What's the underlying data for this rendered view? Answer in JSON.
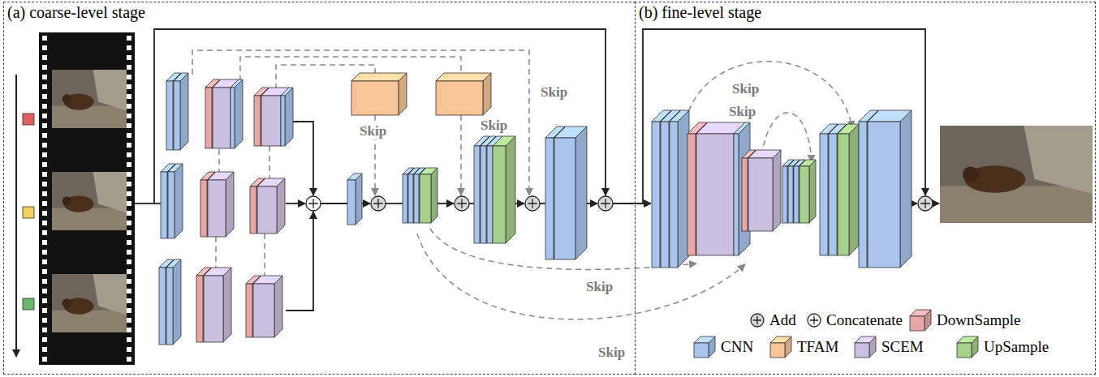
{
  "diagram": {
    "nodes": [
      {
        "text": [
          "(a) coarse-level stage"
        ]
      },
      {
        "text": [
          "(b) fine-level stage"
        ]
      }
    ],
    "labels": [
      "Skip",
      "Skip",
      "Skip",
      "Skip",
      "Skip",
      "Skip",
      "Skip"
    ],
    "legend": [
      {
        "text": "Add"
      },
      {
        "text": "Concatenate"
      },
      {
        "text": "DownSample",
        "color": "#e8a7a7"
      },
      {
        "text": "CNN",
        "color": "#a9c5ee"
      },
      {
        "text": "TFAM",
        "color": "#f9c596"
      },
      {
        "text": "SCEM",
        "color": "#cdbfe0"
      },
      {
        "text": "UpSample",
        "color": "#a8d08d"
      }
    ]
  }
}
